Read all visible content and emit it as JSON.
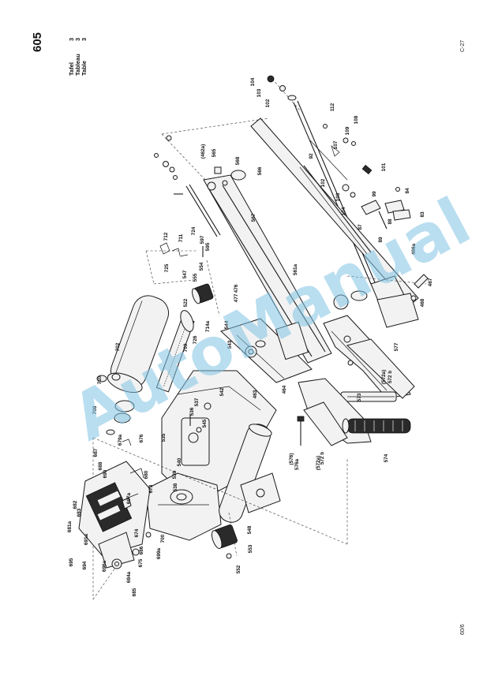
{
  "header": {
    "page_number": "605",
    "labels": [
      "Tafel",
      "Tableau",
      "Table"
    ],
    "table_number": "3"
  },
  "corner_top": "C-27",
  "corner_bottom": "60/6",
  "watermark": "AutoManual",
  "parts": [
    "104",
    "103",
    "102",
    "112",
    "108",
    "109",
    "107",
    "92",
    "101",
    "102",
    "103",
    "99",
    "84",
    "104",
    "88",
    "83",
    "87",
    "89",
    "466a",
    "467",
    "468",
    "(462a)",
    "565",
    "568",
    "566",
    "567",
    "597",
    "595",
    "724",
    "711",
    "712",
    "725",
    "547",
    "555",
    "554",
    "476",
    "477",
    "561a",
    "522",
    "714a",
    "709",
    "544",
    "543",
    "726",
    "577",
    "702",
    "710",
    "708",
    "542",
    "464",
    "463",
    "536",
    "537",
    "545",
    "573",
    "(572a)",
    "572 b",
    "535",
    "679a",
    "676",
    "687",
    "688",
    "690",
    "540",
    "539",
    "680",
    "673",
    "538",
    "574",
    "(576)",
    "576a",
    "(572a)",
    "572 b",
    "682",
    "683",
    "681a",
    "674",
    "697a",
    "691a",
    "695",
    "694",
    "696a",
    "686",
    "675",
    "700",
    "699a",
    "684a",
    "685",
    "548",
    "553",
    "552"
  ]
}
